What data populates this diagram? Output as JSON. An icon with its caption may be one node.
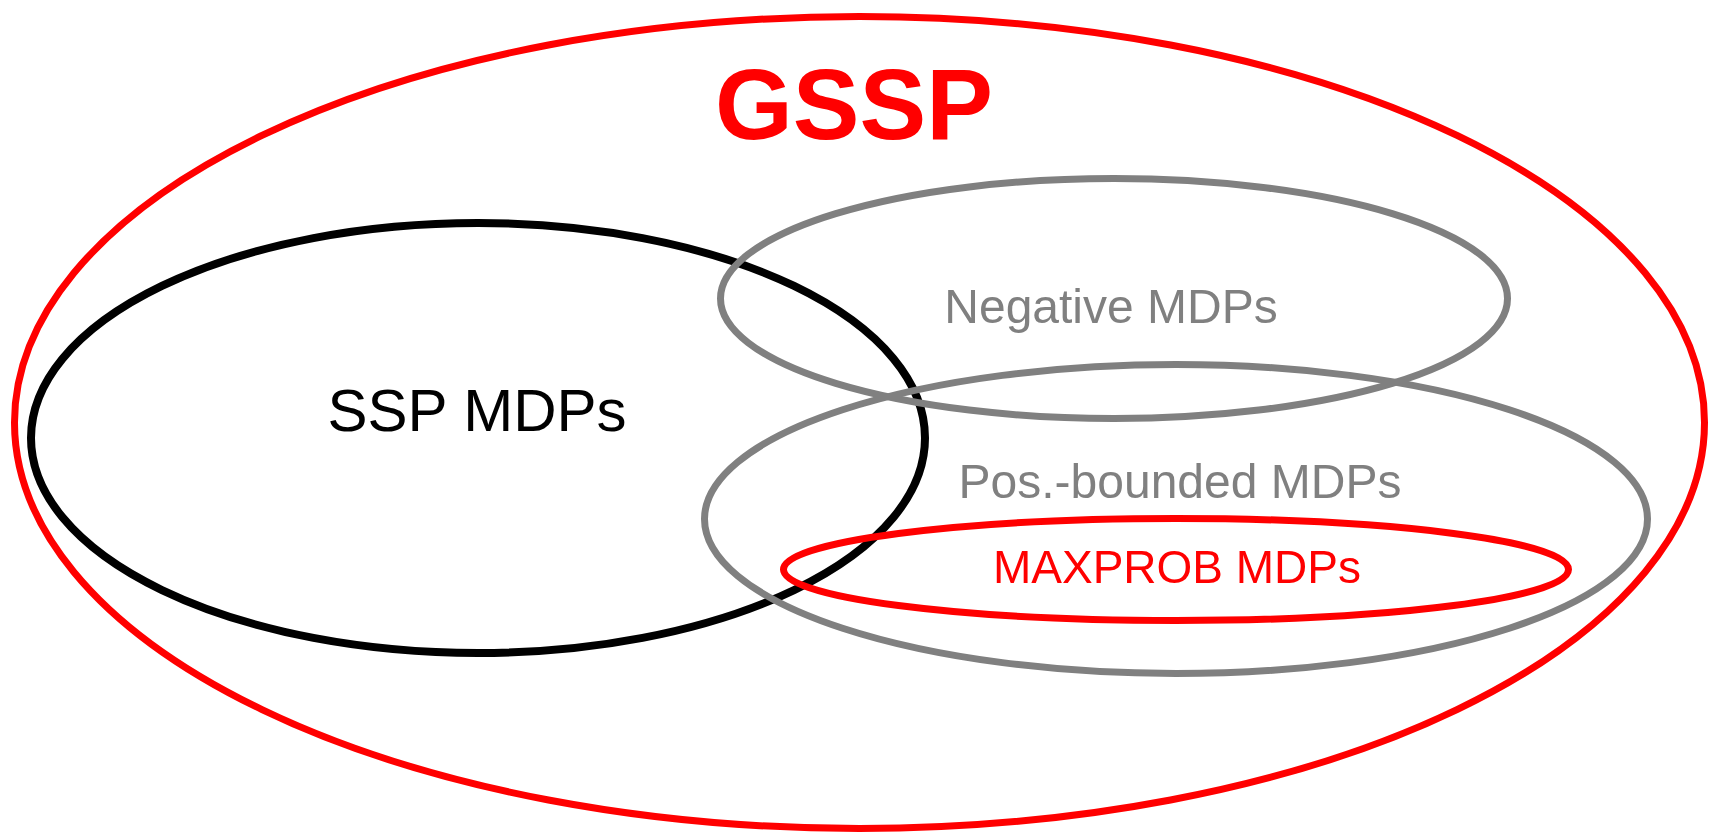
{
  "diagram": {
    "nodes": [
      {
        "text": [
          "GSSP"
        ]
      },
      {
        "text": [
          "SSP MDPs"
        ],
        "in": 0
      },
      {
        "text": [
          "Negative MDPs"
        ],
        "in": 0
      },
      {
        "text": [
          "Pos.-bounded MDPs"
        ],
        "in": 0
      },
      {
        "text": [
          "MAXPROB MDPs"
        ],
        "in": 3
      }
    ],
    "edges": []
  }
}
